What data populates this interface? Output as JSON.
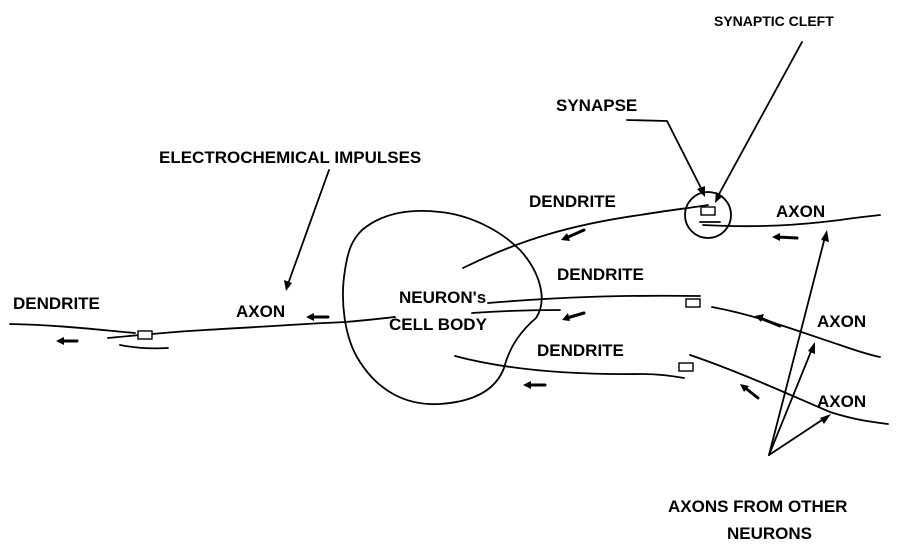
{
  "labels": {
    "synaptic_cleft": "SYNAPTIC CLEFT",
    "synapse": "SYNAPSE",
    "electrochemical_impulses": "ELECTROCHEMICAL IMPULSES",
    "dendrite_top": "DENDRITE",
    "dendrite_middle": "DENDRITE",
    "dendrite_lower": "DENDRITE",
    "dendrite_left": "DENDRITE",
    "axon_main": "AXON",
    "axon_top_right": "AXON",
    "axon_middle_right": "AXON",
    "axon_bottom_right": "AXON",
    "cell_body_line1": "NEURON's",
    "cell_body_line2": "CELL BODY",
    "axons_from_other_line1": "AXONS FROM OTHER",
    "axons_from_other_line2": "NEURONS"
  },
  "colors": {
    "ink": "#000000",
    "background": "#ffffff"
  }
}
